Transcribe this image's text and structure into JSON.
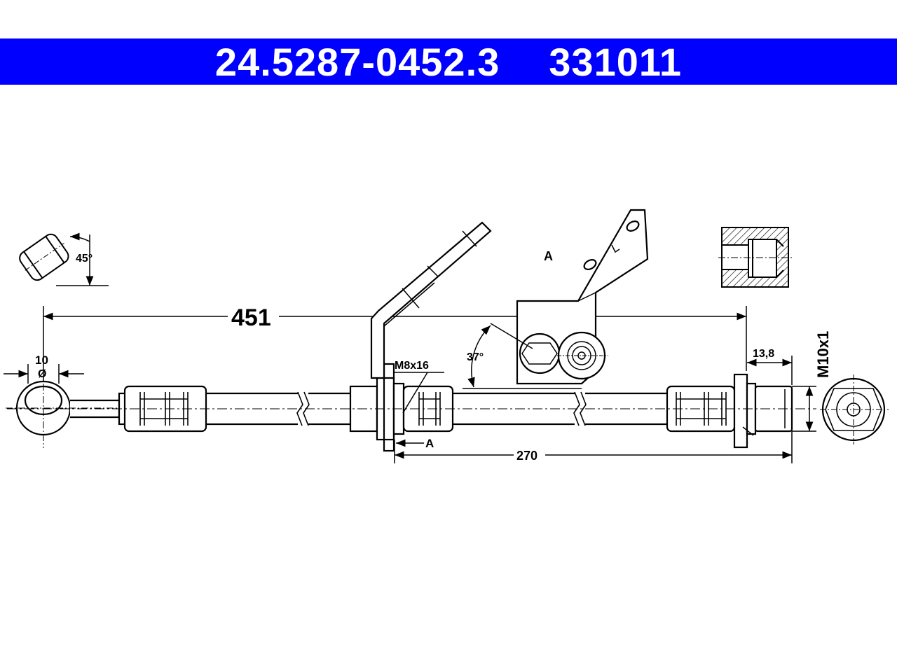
{
  "header": {
    "part_number": "24.5287-0452.3",
    "ref_number": "331011",
    "background_color": "#0000ff",
    "text_color": "#ffffff"
  },
  "dimensions": {
    "total_length": "451",
    "section_length": "270",
    "banjo_size": "10",
    "diameter_symbol": "Ø",
    "bolt_spec": "M8x16",
    "thread_spec": "M10x1",
    "nut_width": "13,8",
    "bracket_angle": "37°",
    "flare_angle": "45°",
    "view_label_bracket": "A",
    "view_label_arrow": "A"
  },
  "colors": {
    "line": "#000000",
    "background": "#ffffff"
  }
}
